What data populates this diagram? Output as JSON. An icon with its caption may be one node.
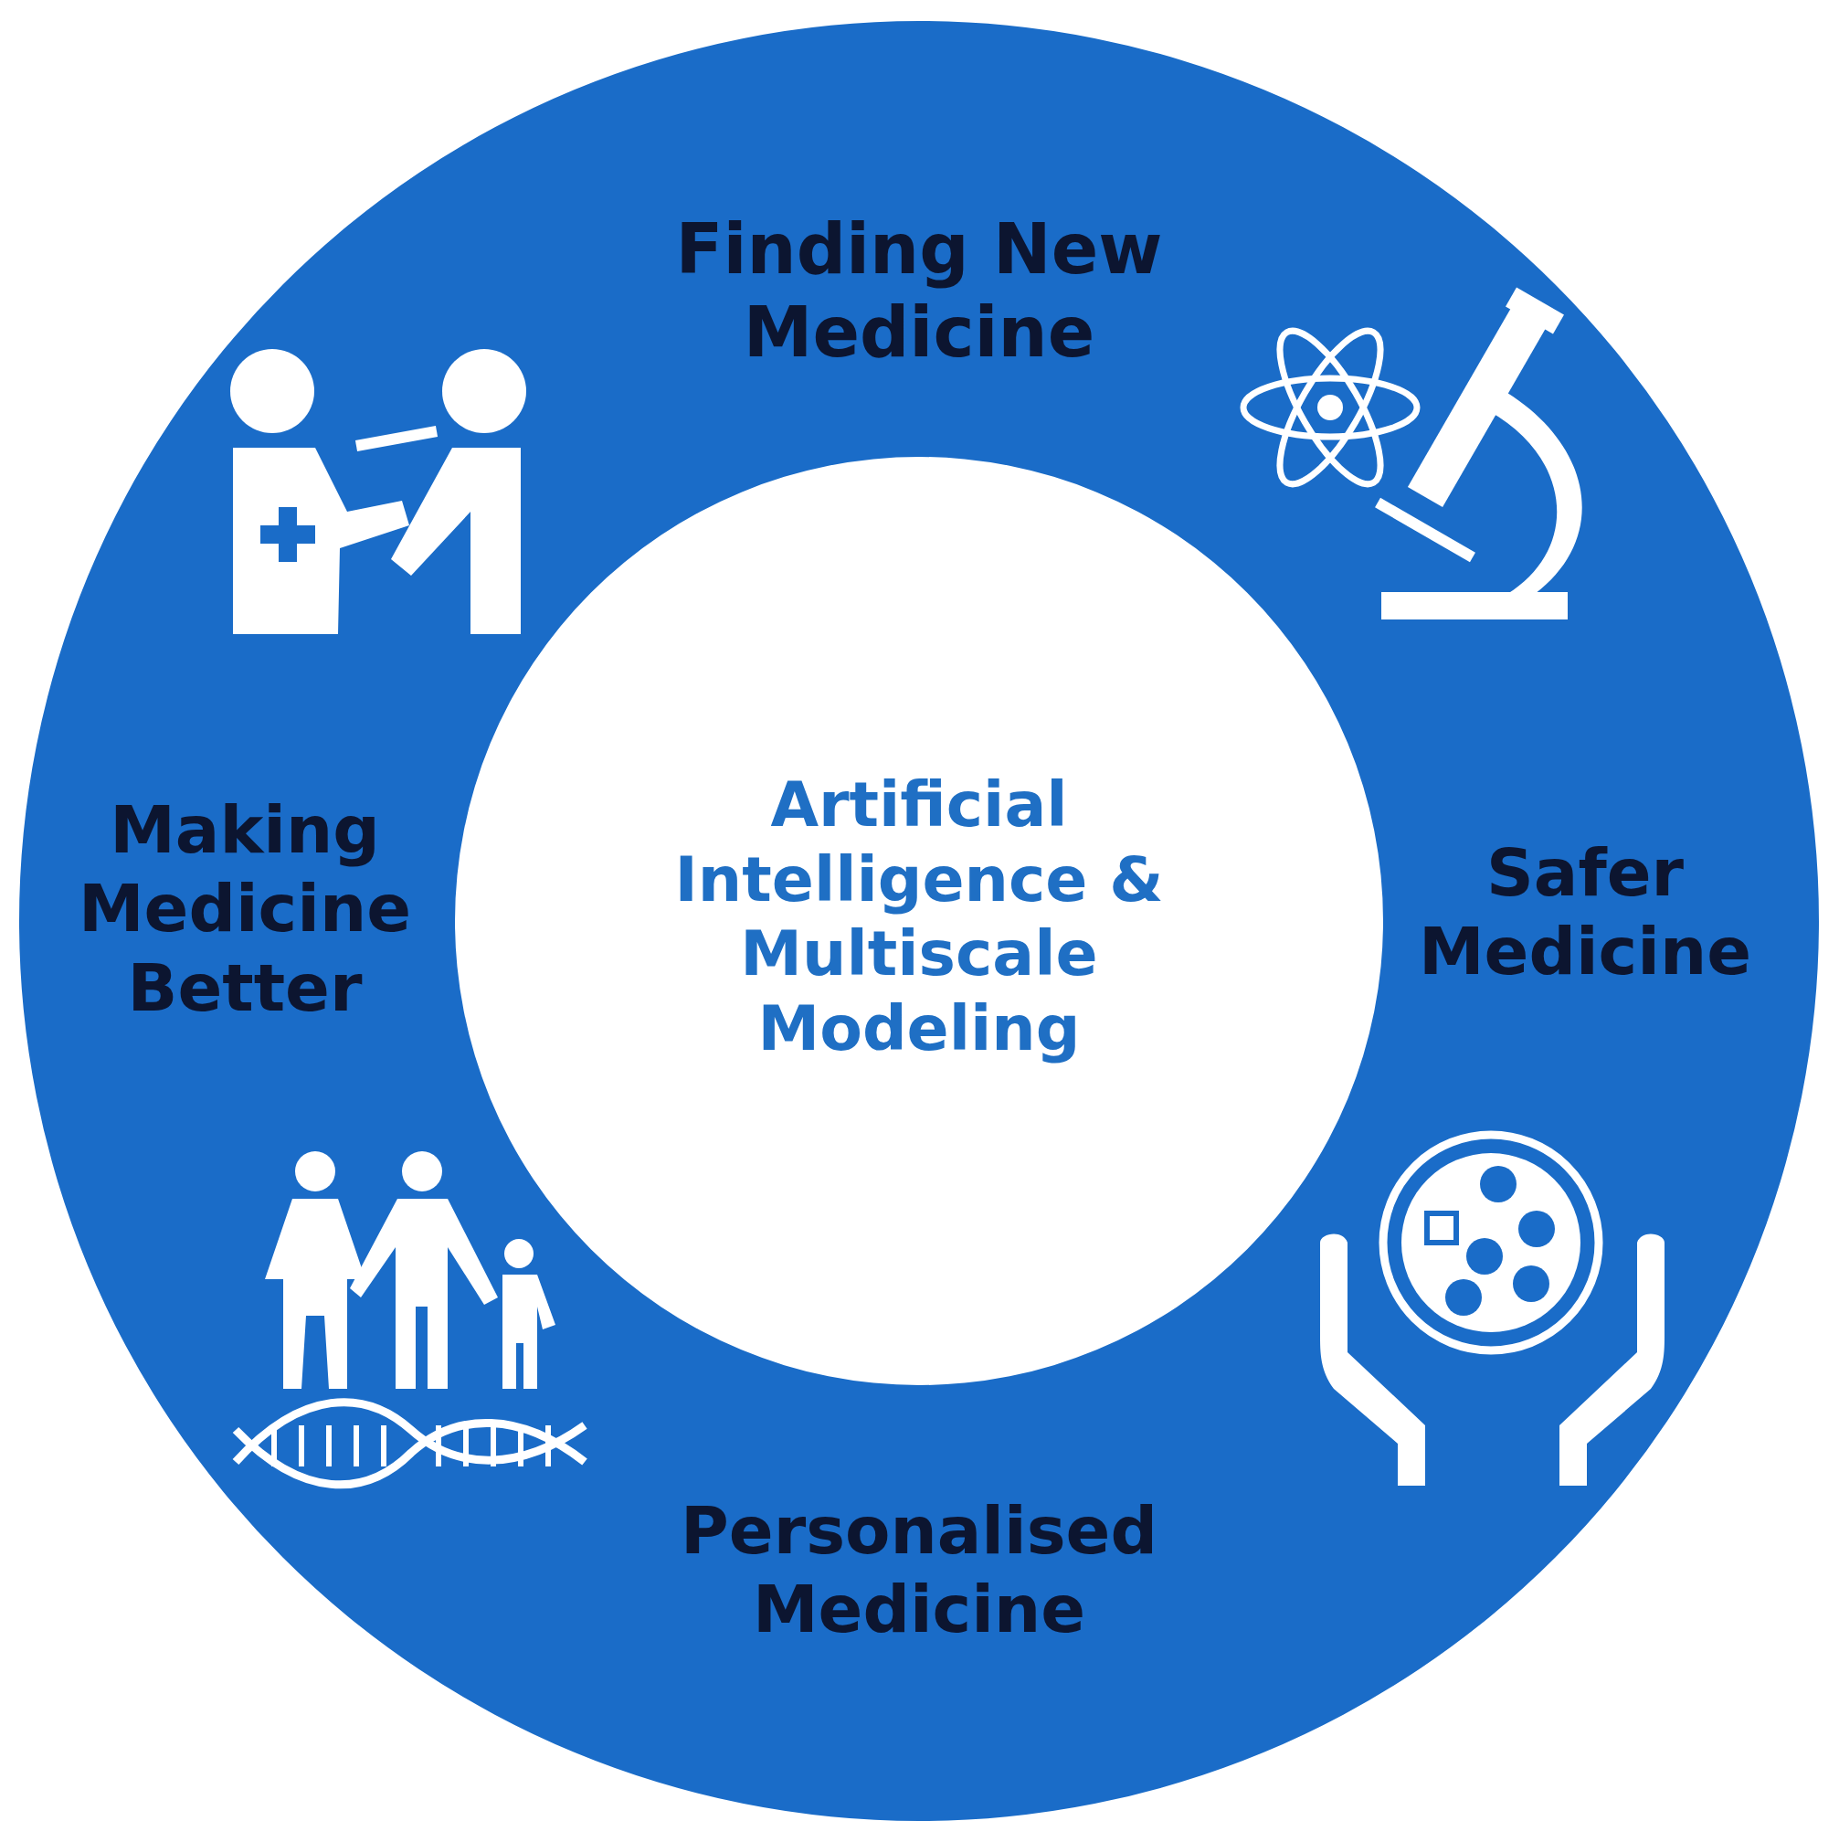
{
  "diagram": {
    "nodes": [
      {
        "text": [
          "Finding New Medicine",
          "Safer Medicine",
          "Personalised Medicine",
          "Making Medicine Better"
        ]
      },
      {
        "text": [
          "Artificial Intelligence & Multiscale Modeling"
        ],
        "in": 0
      }
    ]
  }
}
